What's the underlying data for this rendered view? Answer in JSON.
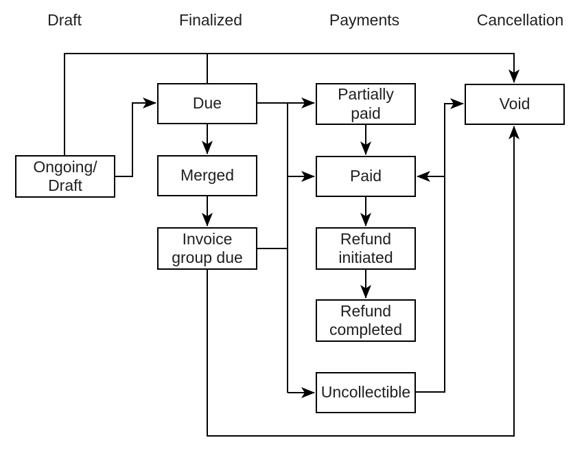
{
  "columns": [
    {
      "label": "Draft"
    },
    {
      "label": "Finalized"
    },
    {
      "label": "Payments"
    },
    {
      "label": "Cancellation"
    }
  ],
  "nodes": [
    {
      "id": "ongoing-draft",
      "label": "Ongoing/\nDraft",
      "column": "Draft"
    },
    {
      "id": "due",
      "label": "Due",
      "column": "Finalized"
    },
    {
      "id": "merged",
      "label": "Merged",
      "column": "Finalized"
    },
    {
      "id": "invoice-group-due",
      "label": "Invoice\ngroup due",
      "column": "Finalized"
    },
    {
      "id": "partially-paid",
      "label": "Partially\npaid",
      "column": "Payments"
    },
    {
      "id": "paid",
      "label": "Paid",
      "column": "Payments"
    },
    {
      "id": "refund-initiated",
      "label": "Refund\ninitiated",
      "column": "Payments"
    },
    {
      "id": "refund-completed",
      "label": "Refund\ncompleted",
      "column": "Payments"
    },
    {
      "id": "uncollectible",
      "label": "Uncollectible",
      "column": "Payments"
    },
    {
      "id": "void",
      "label": "Void",
      "column": "Cancellation"
    }
  ],
  "edges": [
    {
      "from": "ongoing-draft",
      "to": "due"
    },
    {
      "from": "ongoing-draft",
      "to": "void"
    },
    {
      "from": "due",
      "to": "void"
    },
    {
      "from": "due",
      "to": "merged"
    },
    {
      "from": "due",
      "to": "partially-paid"
    },
    {
      "from": "due",
      "to": "paid"
    },
    {
      "from": "due",
      "to": "uncollectible"
    },
    {
      "from": "merged",
      "to": "invoice-group-due"
    },
    {
      "from": "invoice-group-due",
      "to": "paid"
    },
    {
      "from": "invoice-group-due",
      "to": "uncollectible"
    },
    {
      "from": "invoice-group-due",
      "to": "void"
    },
    {
      "from": "partially-paid",
      "to": "paid"
    },
    {
      "from": "paid",
      "to": "refund-initiated"
    },
    {
      "from": "refund-initiated",
      "to": "refund-completed"
    },
    {
      "from": "uncollectible",
      "to": "paid"
    },
    {
      "from": "uncollectible",
      "to": "void"
    }
  ],
  "colors": {
    "background": "#ffffff",
    "box_fill": "#ffffff",
    "box_border": "#000000",
    "line": "#000000",
    "text": "#1f1f1f"
  }
}
